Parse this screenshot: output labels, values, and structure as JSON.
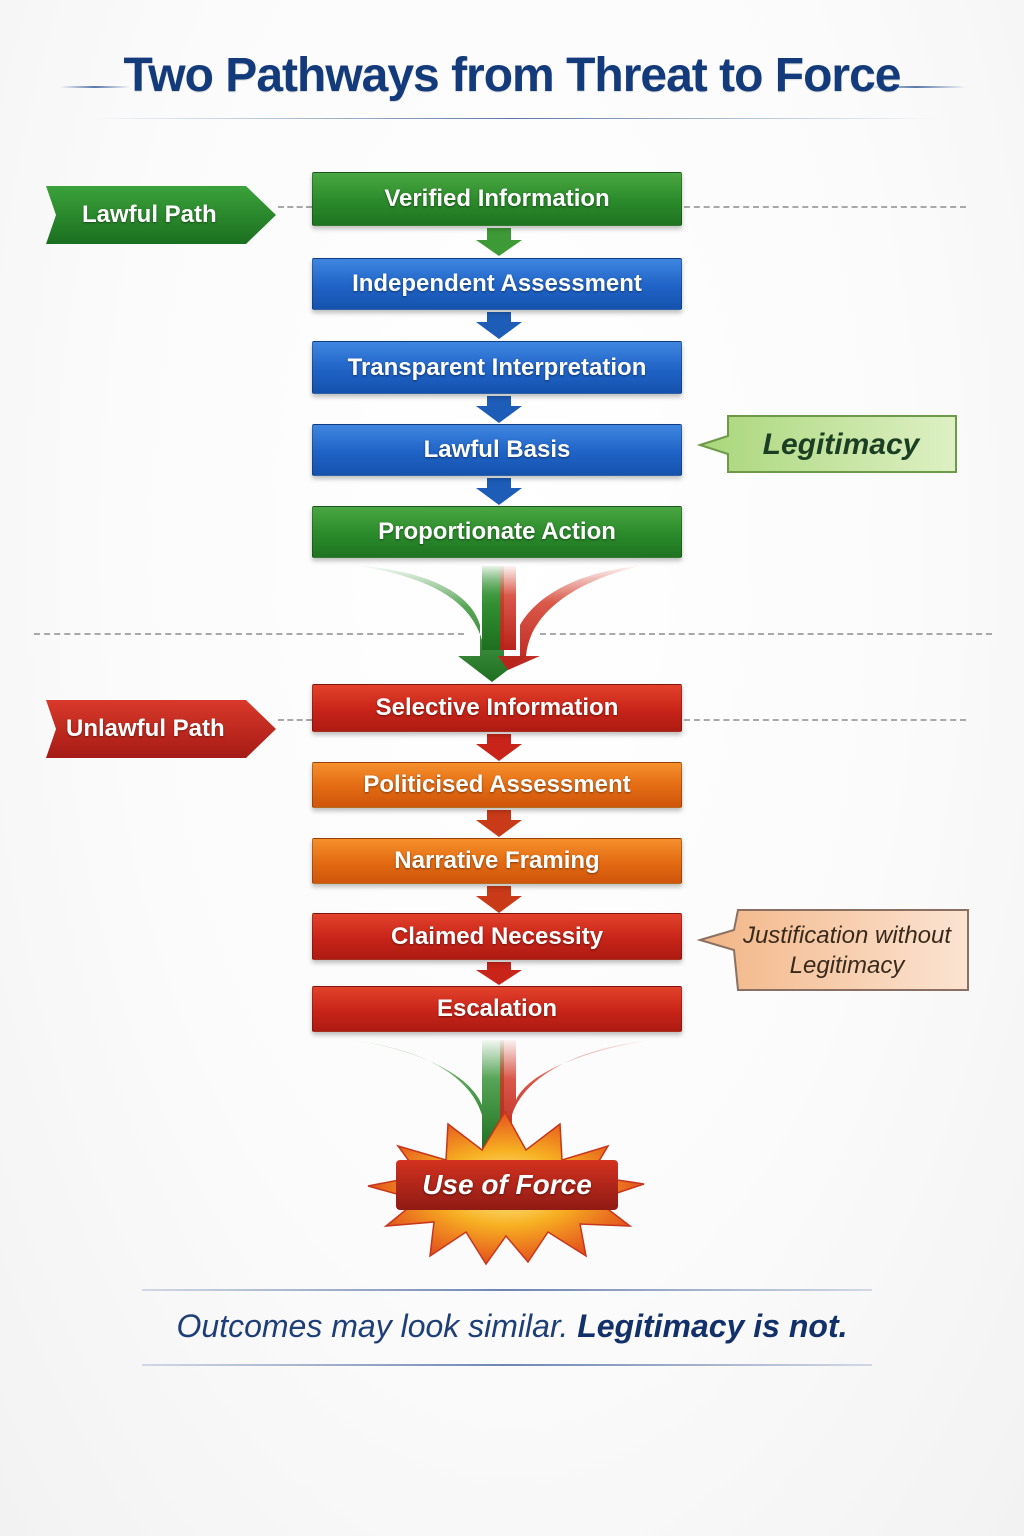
{
  "title": "Two Pathways from Threat to Force",
  "lawful_path": {
    "label": "Lawful Path",
    "steps": [
      "Verified Information",
      "Independent Assessment",
      "Transparent Interpretation",
      "Lawful Basis",
      "Proportionate Action"
    ],
    "callout": "Legitimacy"
  },
  "unlawful_path": {
    "label": "Unlawful Path",
    "steps": [
      "Selective Information",
      "Politicised Assessment",
      "Narrative Framing",
      "Claimed Necessity",
      "Escalation"
    ],
    "callout_line1": "Justification without",
    "callout_line2": "Legitimacy"
  },
  "outcome": "Use of Force",
  "footer": {
    "part1": "Outcomes may look similar.",
    "part2": "Legitimacy is not."
  },
  "colors": {
    "title": "#133a7a",
    "green": "#2a8a2a",
    "blue": "#1f63c6",
    "red": "#c82419",
    "orange": "#e36a12",
    "legitimacy_callout": "#c6e3a0",
    "justification_callout": "#f6c9a8"
  }
}
